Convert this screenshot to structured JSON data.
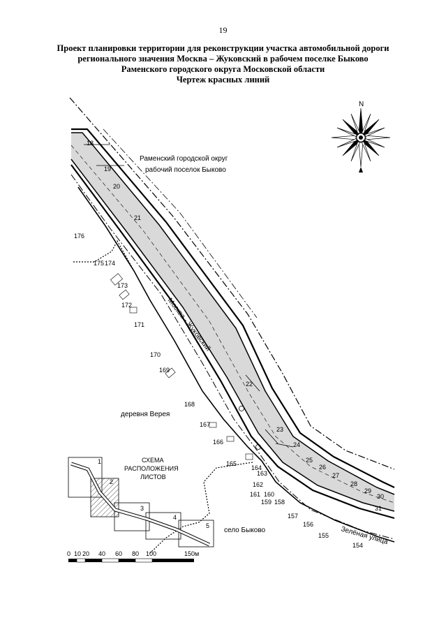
{
  "page_number": "19",
  "title_lines": [
    "Проект планировки территории для реконструкции участка автомобильной дороги",
    "регионального значения Москва – Жуковский в рабочем поселке Быково",
    "Раменского городского округа Московской области",
    "Чертеж красных линий"
  ],
  "map": {
    "north_label": "N",
    "areas": {
      "ramenskiy_line1": "Раменский городской округ",
      "ramenskiy_line2": "рабочий поселок Быково",
      "vereya": "деревня Верея",
      "bykovo": "село Быково"
    },
    "road_name": "Москва - Жуковский",
    "street_name": "Зелёная улица",
    "point_labels_right": [
      "18",
      "19",
      "20",
      "21",
      "22",
      "23",
      "24",
      "25",
      "26",
      "27",
      "28",
      "29",
      "30",
      "31"
    ],
    "point_labels_left": [
      "176",
      "175",
      "174",
      "173",
      "172",
      "171",
      "170",
      "169",
      "168",
      "167",
      "166",
      "165",
      "164",
      "163",
      "162",
      "161",
      "160",
      "159",
      "158",
      "157",
      "156",
      "155",
      "154"
    ],
    "scheme": {
      "title_lines": [
        "СХЕМА",
        "РАСПОЛОЖЕНИЯ",
        "ЛИСТОВ"
      ],
      "sheets": [
        "1",
        "2",
        "3",
        "4",
        "5"
      ]
    },
    "scale_bar": {
      "labels": [
        "0",
        "10",
        "20",
        "40",
        "60",
        "80",
        "100",
        "150м"
      ]
    },
    "colors": {
      "road_fill": "#d9d9d9",
      "line": "#000000",
      "hatch": "#555555"
    }
  }
}
